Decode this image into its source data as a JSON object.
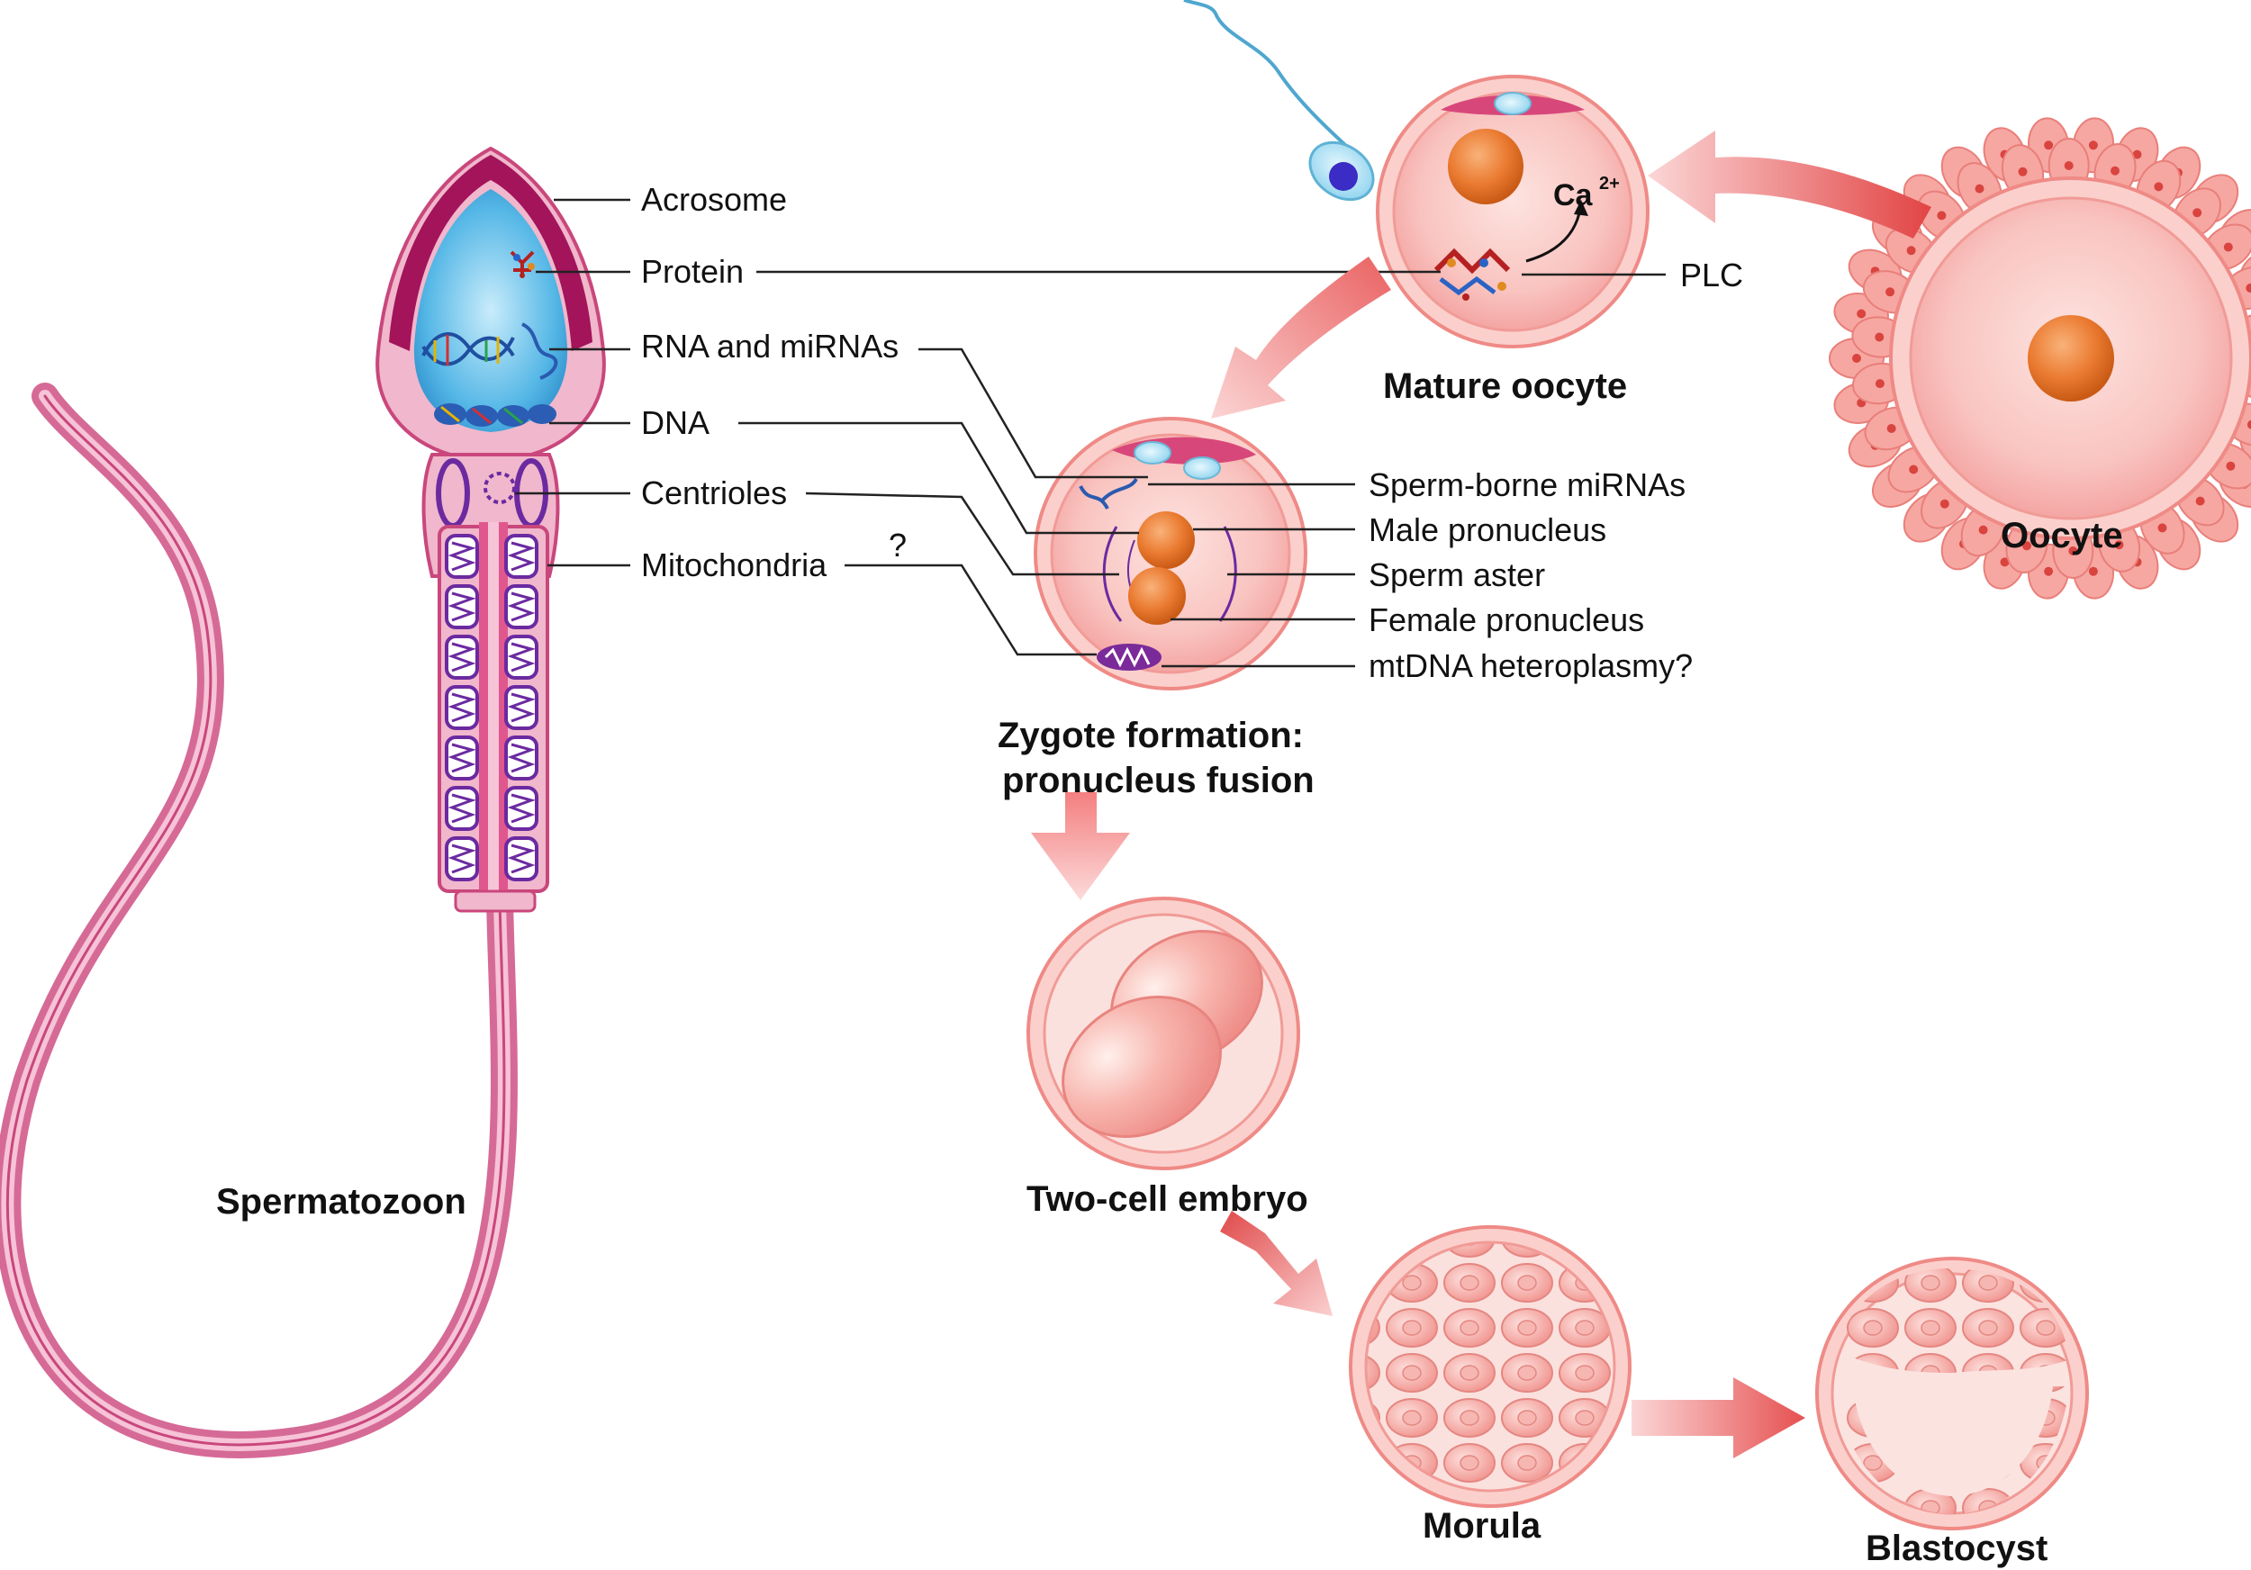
{
  "sperm": {
    "title": "Spermatozoon",
    "labels": {
      "acrosome": "Acrosome",
      "protein": "Protein",
      "rna": "RNA and miRNAs",
      "dna": "DNA",
      "centrioles": "Centrioles",
      "mitochondria": "Mitochondria",
      "question": "?"
    }
  },
  "mature_oocyte": {
    "title": "Mature oocyte",
    "plc": "PLC",
    "calcium": "Ca",
    "calcium_charge": "2+"
  },
  "oocyte": {
    "title": "Oocyte"
  },
  "zygote": {
    "title_line1": "Zygote formation:",
    "title_line2": "pronucleus fusion",
    "labels": {
      "mirnas": "Sperm-borne miRNAs",
      "male": "Male pronucleus",
      "aster": "Sperm aster",
      "female": "Female pronucleus",
      "mtdna": "mtDNA heteroplasmy?"
    }
  },
  "two_cell": {
    "title": "Two-cell embryo"
  },
  "morula": {
    "title": "Morula"
  },
  "blastocyst": {
    "title": "Blastocyst"
  },
  "colors": {
    "cell_pink": "#f7b2b2",
    "nucleus_orange": "#e9762b",
    "acrosome": "#a3145a",
    "head_blue": "#3da9e0",
    "arrow": "#e85c5c"
  }
}
